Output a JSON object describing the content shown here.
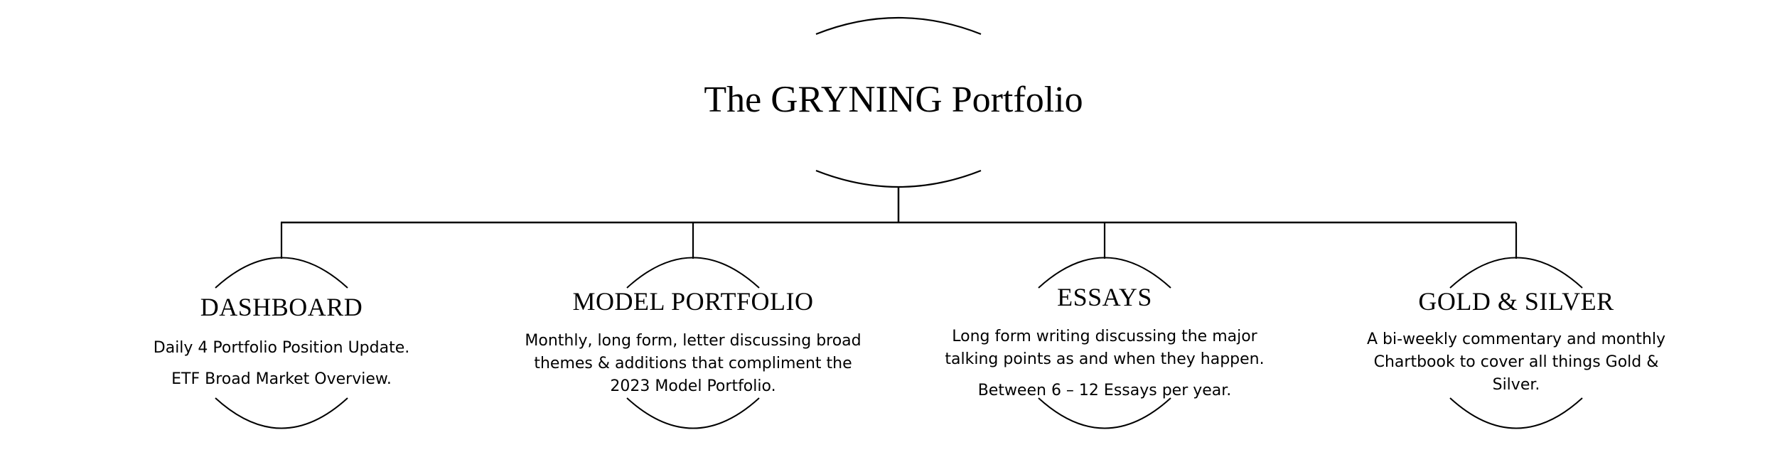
{
  "root": {
    "title_prefix": "The ",
    "title_name": "GRYNING",
    "title_suffix": " Portfolio"
  },
  "nodes": [
    {
      "heading": "DASHBOARD",
      "lines": [
        "Daily 4 Portfolio Position Update.",
        "ETF Broad Market Overview."
      ]
    },
    {
      "heading": "MODEL PORTFOLIO",
      "lines": [
        "Monthly, long form, letter discussing broad\nthemes & additions that compliment the\n2023 Model Portfolio."
      ]
    },
    {
      "heading": "ESSAYS",
      "lines": [
        "Long form writing discussing the major\ntalking points as and when they happen.",
        "Between 6 – 12 Essays per year."
      ]
    },
    {
      "heading": "GOLD & SILVER",
      "lines": [
        "A bi-weekly commentary and monthly\nChartbook to cover all things Gold &\nSilver."
      ]
    }
  ],
  "colors": {
    "line": "#000000",
    "background": "#ffffff"
  }
}
